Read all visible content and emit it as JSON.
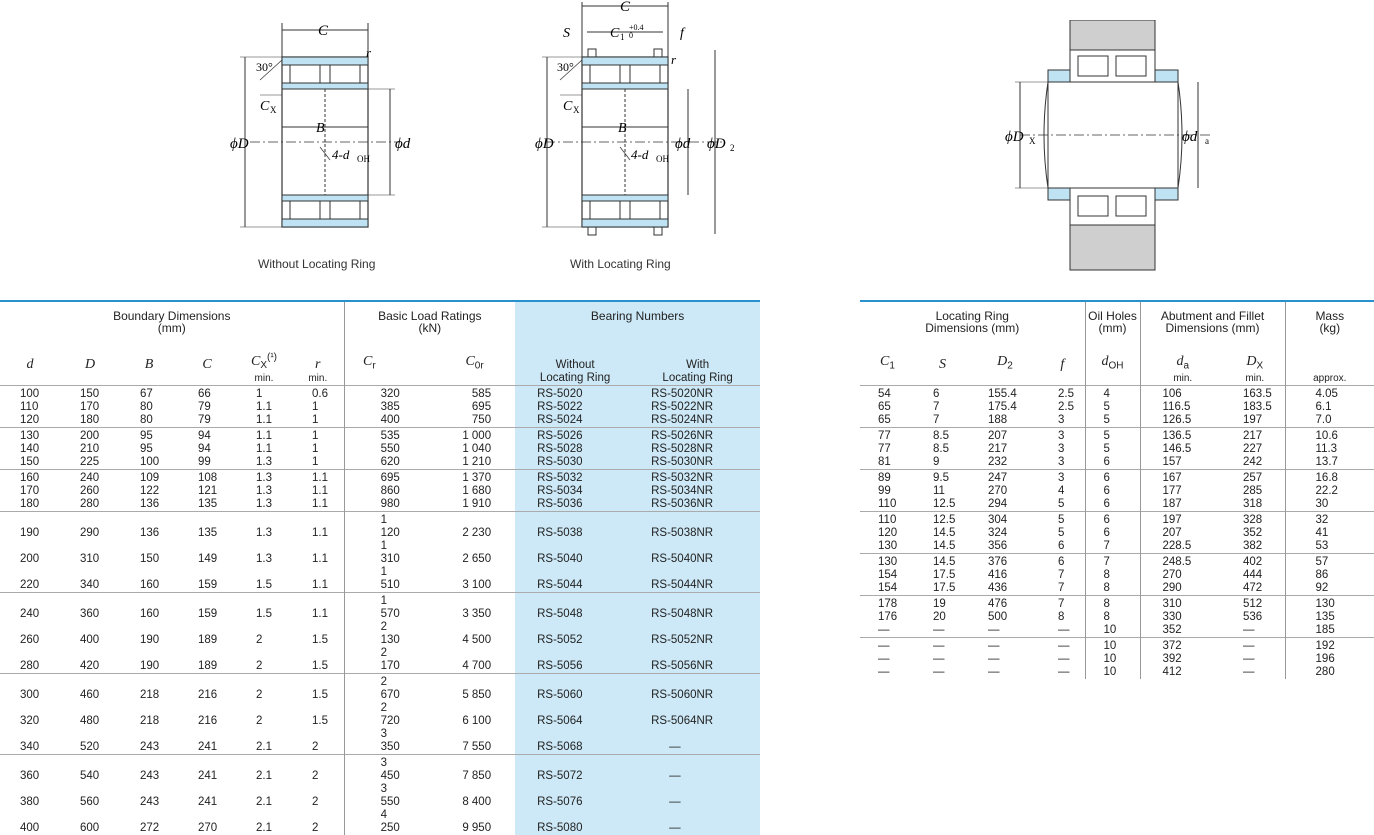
{
  "captions": {
    "without": "Without Locating Ring",
    "with": "With Locating Ring"
  },
  "diagram_labels": {
    "C": "C",
    "B": "B",
    "r": "r",
    "angle": "30°",
    "Cx": "C",
    "Cx_sub": "X",
    "phiD": "ϕD",
    "phid": "ϕd",
    "doh": "4-d",
    "doh_sub": "OH",
    "S": "S",
    "C1": "C",
    "C1_sub": "1",
    "C1_tol": "+0.4",
    "C1_tol2": "0",
    "f": "f",
    "phiD2": "ϕD",
    "D2_sub": "2",
    "phiDx": "ϕD",
    "Dx_sub": "X",
    "phida": "ϕd",
    "da_sub": "a"
  },
  "left_table": {
    "group_headers": {
      "boundary": "Boundary Dimensions",
      "boundary_unit": "(mm)",
      "load": "Basic Load Ratings",
      "load_unit": "(kN)",
      "numbers": "Bearing Numbers"
    },
    "col": {
      "d": "d",
      "D": "D",
      "B": "B",
      "C": "C",
      "Cx": "C",
      "Cx_sub": "X",
      "Cx_note": "(¹)",
      "r": "r",
      "min": "min.",
      "Cr": "C",
      "Cr_sub": "r",
      "Cor": "C",
      "Cor_sub": "0r",
      "without": "Without\nLocating Ring",
      "with": "With\nLocating Ring"
    },
    "rows": [
      [
        "100",
        "150",
        "67",
        "66",
        "1",
        "0.6",
        "320",
        "585",
        "RS-5020",
        "RS-5020NR"
      ],
      [
        "110",
        "170",
        "80",
        "79",
        "1.1",
        "1",
        "385",
        "695",
        "RS-5022",
        "RS-5022NR"
      ],
      [
        "120",
        "180",
        "80",
        "79",
        "1.1",
        "1",
        "400",
        "750",
        "RS-5024",
        "RS-5024NR"
      ],
      [
        "130",
        "200",
        "95",
        "94",
        "1.1",
        "1",
        "535",
        "1 000",
        "RS-5026",
        "RS-5026NR"
      ],
      [
        "140",
        "210",
        "95",
        "94",
        "1.1",
        "1",
        "550",
        "1 040",
        "RS-5028",
        "RS-5028NR"
      ],
      [
        "150",
        "225",
        "100",
        "99",
        "1.3",
        "1",
        "620",
        "1 210",
        "RS-5030",
        "RS-5030NR"
      ],
      [
        "160",
        "240",
        "109",
        "108",
        "1.3",
        "1.1",
        "695",
        "1 370",
        "RS-5032",
        "RS-5032NR"
      ],
      [
        "170",
        "260",
        "122",
        "121",
        "1.3",
        "1.1",
        "860",
        "1 680",
        "RS-5034",
        "RS-5034NR"
      ],
      [
        "180",
        "280",
        "136",
        "135",
        "1.3",
        "1.1",
        "980",
        "1 910",
        "RS-5036",
        "RS-5036NR"
      ],
      [
        "190",
        "290",
        "136",
        "135",
        "1.3",
        "1.1",
        "1 120",
        "2 230",
        "RS-5038",
        "RS-5038NR"
      ],
      [
        "200",
        "310",
        "150",
        "149",
        "1.3",
        "1.1",
        "1 310",
        "2 650",
        "RS-5040",
        "RS-5040NR"
      ],
      [
        "220",
        "340",
        "160",
        "159",
        "1.5",
        "1.1",
        "1 510",
        "3 100",
        "RS-5044",
        "RS-5044NR"
      ],
      [
        "240",
        "360",
        "160",
        "159",
        "1.5",
        "1.1",
        "1 570",
        "3 350",
        "RS-5048",
        "RS-5048NR"
      ],
      [
        "260",
        "400",
        "190",
        "189",
        "2",
        "1.5",
        "2 130",
        "4 500",
        "RS-5052",
        "RS-5052NR"
      ],
      [
        "280",
        "420",
        "190",
        "189",
        "2",
        "1.5",
        "2 170",
        "4 700",
        "RS-5056",
        "RS-5056NR"
      ],
      [
        "300",
        "460",
        "218",
        "216",
        "2",
        "1.5",
        "2 670",
        "5 850",
        "RS-5060",
        "RS-5060NR"
      ],
      [
        "320",
        "480",
        "218",
        "216",
        "2",
        "1.5",
        "2 720",
        "6 100",
        "RS-5064",
        "RS-5064NR"
      ],
      [
        "340",
        "520",
        "243",
        "241",
        "2.1",
        "2",
        "3 350",
        "7 550",
        "RS-5068",
        "—"
      ],
      [
        "360",
        "540",
        "243",
        "241",
        "2.1",
        "2",
        "3 450",
        "7 850",
        "RS-5072",
        "—"
      ],
      [
        "380",
        "560",
        "243",
        "241",
        "2.1",
        "2",
        "3 550",
        "8 400",
        "RS-5076",
        "—"
      ],
      [
        "400",
        "600",
        "272",
        "270",
        "2.1",
        "2",
        "4 250",
        "9 950",
        "RS-5080",
        "—"
      ]
    ],
    "bold_without": [
      true,
      true,
      true,
      true,
      true,
      true,
      true,
      true,
      true,
      true,
      true,
      true,
      true,
      true,
      true,
      true,
      true,
      true,
      false,
      false,
      true
    ]
  },
  "right_table": {
    "group_headers": {
      "ring": "Locating Ring\nDimensions (mm)",
      "oil": "Oil Holes",
      "oil_unit": "(mm)",
      "abut": "Abutment and Fillet\nDimensions (mm)",
      "mass": "Mass",
      "mass_unit": "(kg)"
    },
    "col": {
      "C1": "C",
      "C1_sub": "1",
      "S": "S",
      "D2": "D",
      "D2_sub": "2",
      "f": "f",
      "dOH": "d",
      "dOH_sub": "OH",
      "da": "d",
      "da_sub": "a",
      "Dx": "D",
      "Dx_sub": "X",
      "min": "min.",
      "approx": "approx."
    },
    "rows": [
      [
        "54",
        "6",
        "155.4",
        "2.5",
        "4",
        "106",
        "163.5",
        "4.05"
      ],
      [
        "65",
        "7",
        "175.4",
        "2.5",
        "5",
        "116.5",
        "183.5",
        "6.1"
      ],
      [
        "65",
        "7",
        "188",
        "3",
        "5",
        "126.5",
        "197",
        "7.0"
      ],
      [
        "77",
        "8.5",
        "207",
        "3",
        "5",
        "136.5",
        "217",
        "10.6"
      ],
      [
        "77",
        "8.5",
        "217",
        "3",
        "5",
        "146.5",
        "227",
        "11.3"
      ],
      [
        "81",
        "9",
        "232",
        "3",
        "6",
        "157",
        "242",
        "13.7"
      ],
      [
        "89",
        "9.5",
        "247",
        "3",
        "6",
        "167",
        "257",
        "16.8"
      ],
      [
        "99",
        "11",
        "270",
        "4",
        "6",
        "177",
        "285",
        "22.2"
      ],
      [
        "110",
        "12.5",
        "294",
        "5",
        "6",
        "187",
        "318",
        "30"
      ],
      [
        "110",
        "12.5",
        "304",
        "5",
        "6",
        "197",
        "328",
        "32"
      ],
      [
        "120",
        "14.5",
        "324",
        "5",
        "6",
        "207",
        "352",
        "41"
      ],
      [
        "130",
        "14.5",
        "356",
        "6",
        "7",
        "228.5",
        "382",
        "53"
      ],
      [
        "130",
        "14.5",
        "376",
        "6",
        "7",
        "248.5",
        "402",
        "57"
      ],
      [
        "154",
        "17.5",
        "416",
        "7",
        "8",
        "270",
        "444",
        "86"
      ],
      [
        "154",
        "17.5",
        "436",
        "7",
        "8",
        "290",
        "472",
        "92"
      ],
      [
        "178",
        "19",
        "476",
        "7",
        "8",
        "310",
        "512",
        "130"
      ],
      [
        "176",
        "20",
        "500",
        "8",
        "8",
        "330",
        "536",
        "135"
      ],
      [
        "—",
        "—",
        "—",
        "—",
        "10",
        "352",
        "—",
        "185"
      ],
      [
        "—",
        "—",
        "—",
        "—",
        "10",
        "372",
        "—",
        "192"
      ],
      [
        "—",
        "—",
        "—",
        "—",
        "10",
        "392",
        "—",
        "196"
      ],
      [
        "—",
        "—",
        "—",
        "—",
        "10",
        "412",
        "—",
        "280"
      ]
    ]
  }
}
